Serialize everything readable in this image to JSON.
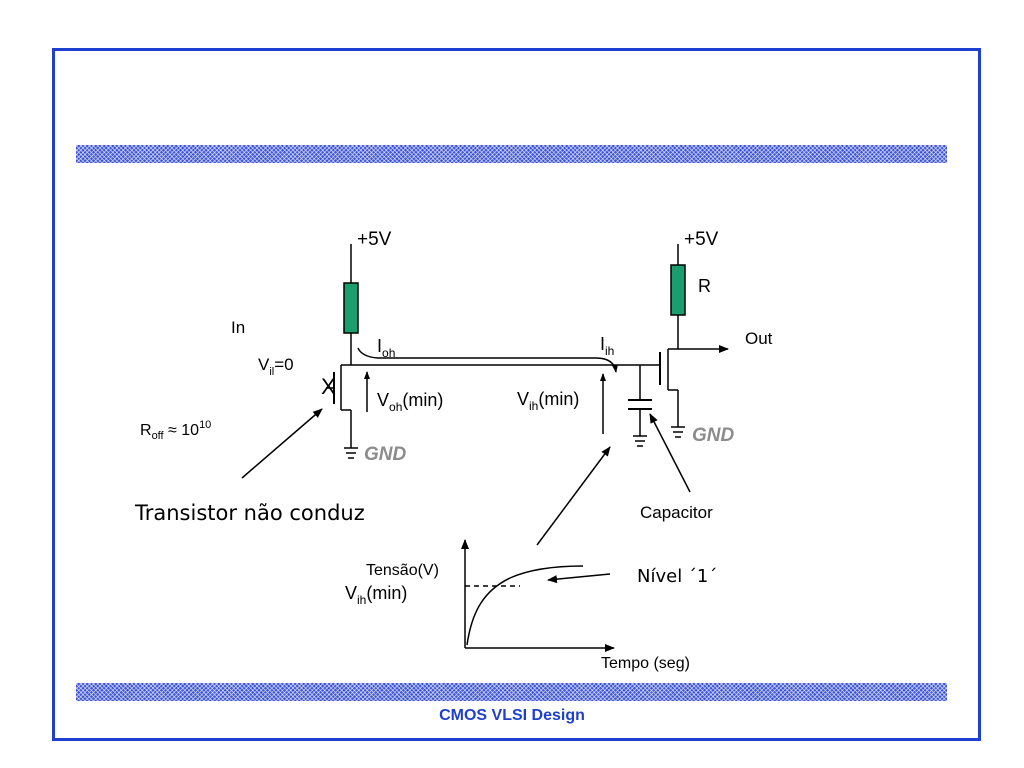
{
  "footer": {
    "title": "CMOS VLSI Design"
  },
  "left_stage": {
    "supply_label": "+5V",
    "input_label": "In",
    "vil": {
      "v": "V",
      "sub": "il",
      "rest": "=0"
    },
    "roff": {
      "r": "R",
      "sub": "off",
      "approx": " ≈ 10",
      "exp": "10"
    },
    "ioh": {
      "i": "I",
      "sub": "oh"
    },
    "voh": {
      "v": "V",
      "sub": "oh",
      "rest": "(min)"
    },
    "off_mark": "X",
    "gnd_label": "GND",
    "note": "Transistor não conduz"
  },
  "right_stage": {
    "supply_label": "+5V",
    "resistor_label": "R",
    "output_label": "Out",
    "iih": {
      "i": "I",
      "sub": "ih"
    },
    "vih": {
      "v": "V",
      "sub": "ih",
      "rest": "(min)"
    },
    "gnd_label": "GND",
    "capacitor_label": "Capacitor"
  },
  "graph": {
    "ylabel": "Tensão(V)",
    "xlabel": "Tempo (seg)",
    "level_label": "Vih(min)",
    "level": {
      "v": "V",
      "sub": "ih",
      "rest": "(min)"
    },
    "annotation": "Nível ´1´"
  },
  "colors": {
    "frame": "#1f3fd1",
    "resistor": "#1a9e6e",
    "gnd_text": "#8c8c8c",
    "wire": "#000000"
  }
}
